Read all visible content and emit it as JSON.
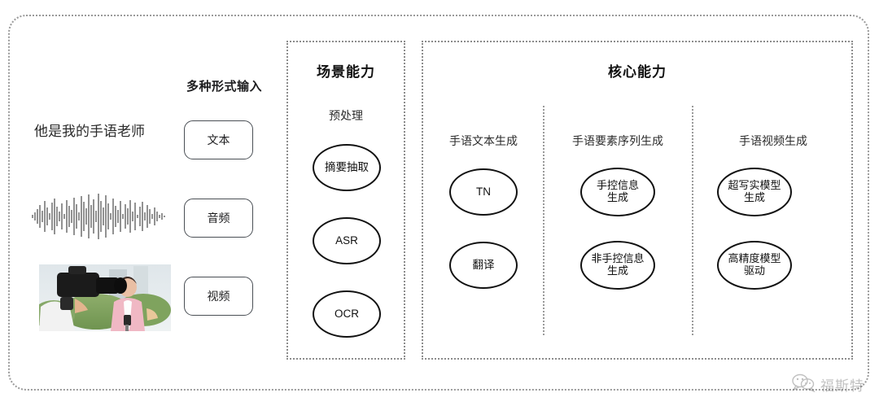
{
  "diagram": {
    "input": {
      "header": "多种形式输入",
      "sentence": "他是我的手语老师",
      "modalities": [
        {
          "label": "文本",
          "icon": "text-sample"
        },
        {
          "label": "音频",
          "icon": "audio-waveform"
        },
        {
          "label": "视频",
          "icon": "video-thumbnail"
        }
      ]
    },
    "scene_panel": {
      "title": "场景能力",
      "group_label": "预处理",
      "nodes": [
        "摘要抽取",
        "ASR",
        "OCR"
      ]
    },
    "core_panel": {
      "title": "核心能力",
      "columns": [
        {
          "label": "手语文本生成",
          "nodes": [
            "TN",
            "翻译"
          ]
        },
        {
          "label": "手语要素序列生成",
          "nodes": [
            "手控信息\n生成",
            "非手控信息\n生成"
          ]
        },
        {
          "label": "手语视频生成",
          "nodes": [
            "超写实模型\n生成",
            "高精度模型\n驱动"
          ]
        }
      ]
    },
    "watermark": {
      "text": "福斯特",
      "icon": "wechat-bubbles-icon"
    },
    "colors": {
      "frame": "#9a9a9a",
      "panel_border": "#8c8c8c",
      "node_stroke": "#111111",
      "pill_stroke": "#4a4f55",
      "text": "#1d1d1f",
      "watermark": "#6b6b6b"
    }
  }
}
